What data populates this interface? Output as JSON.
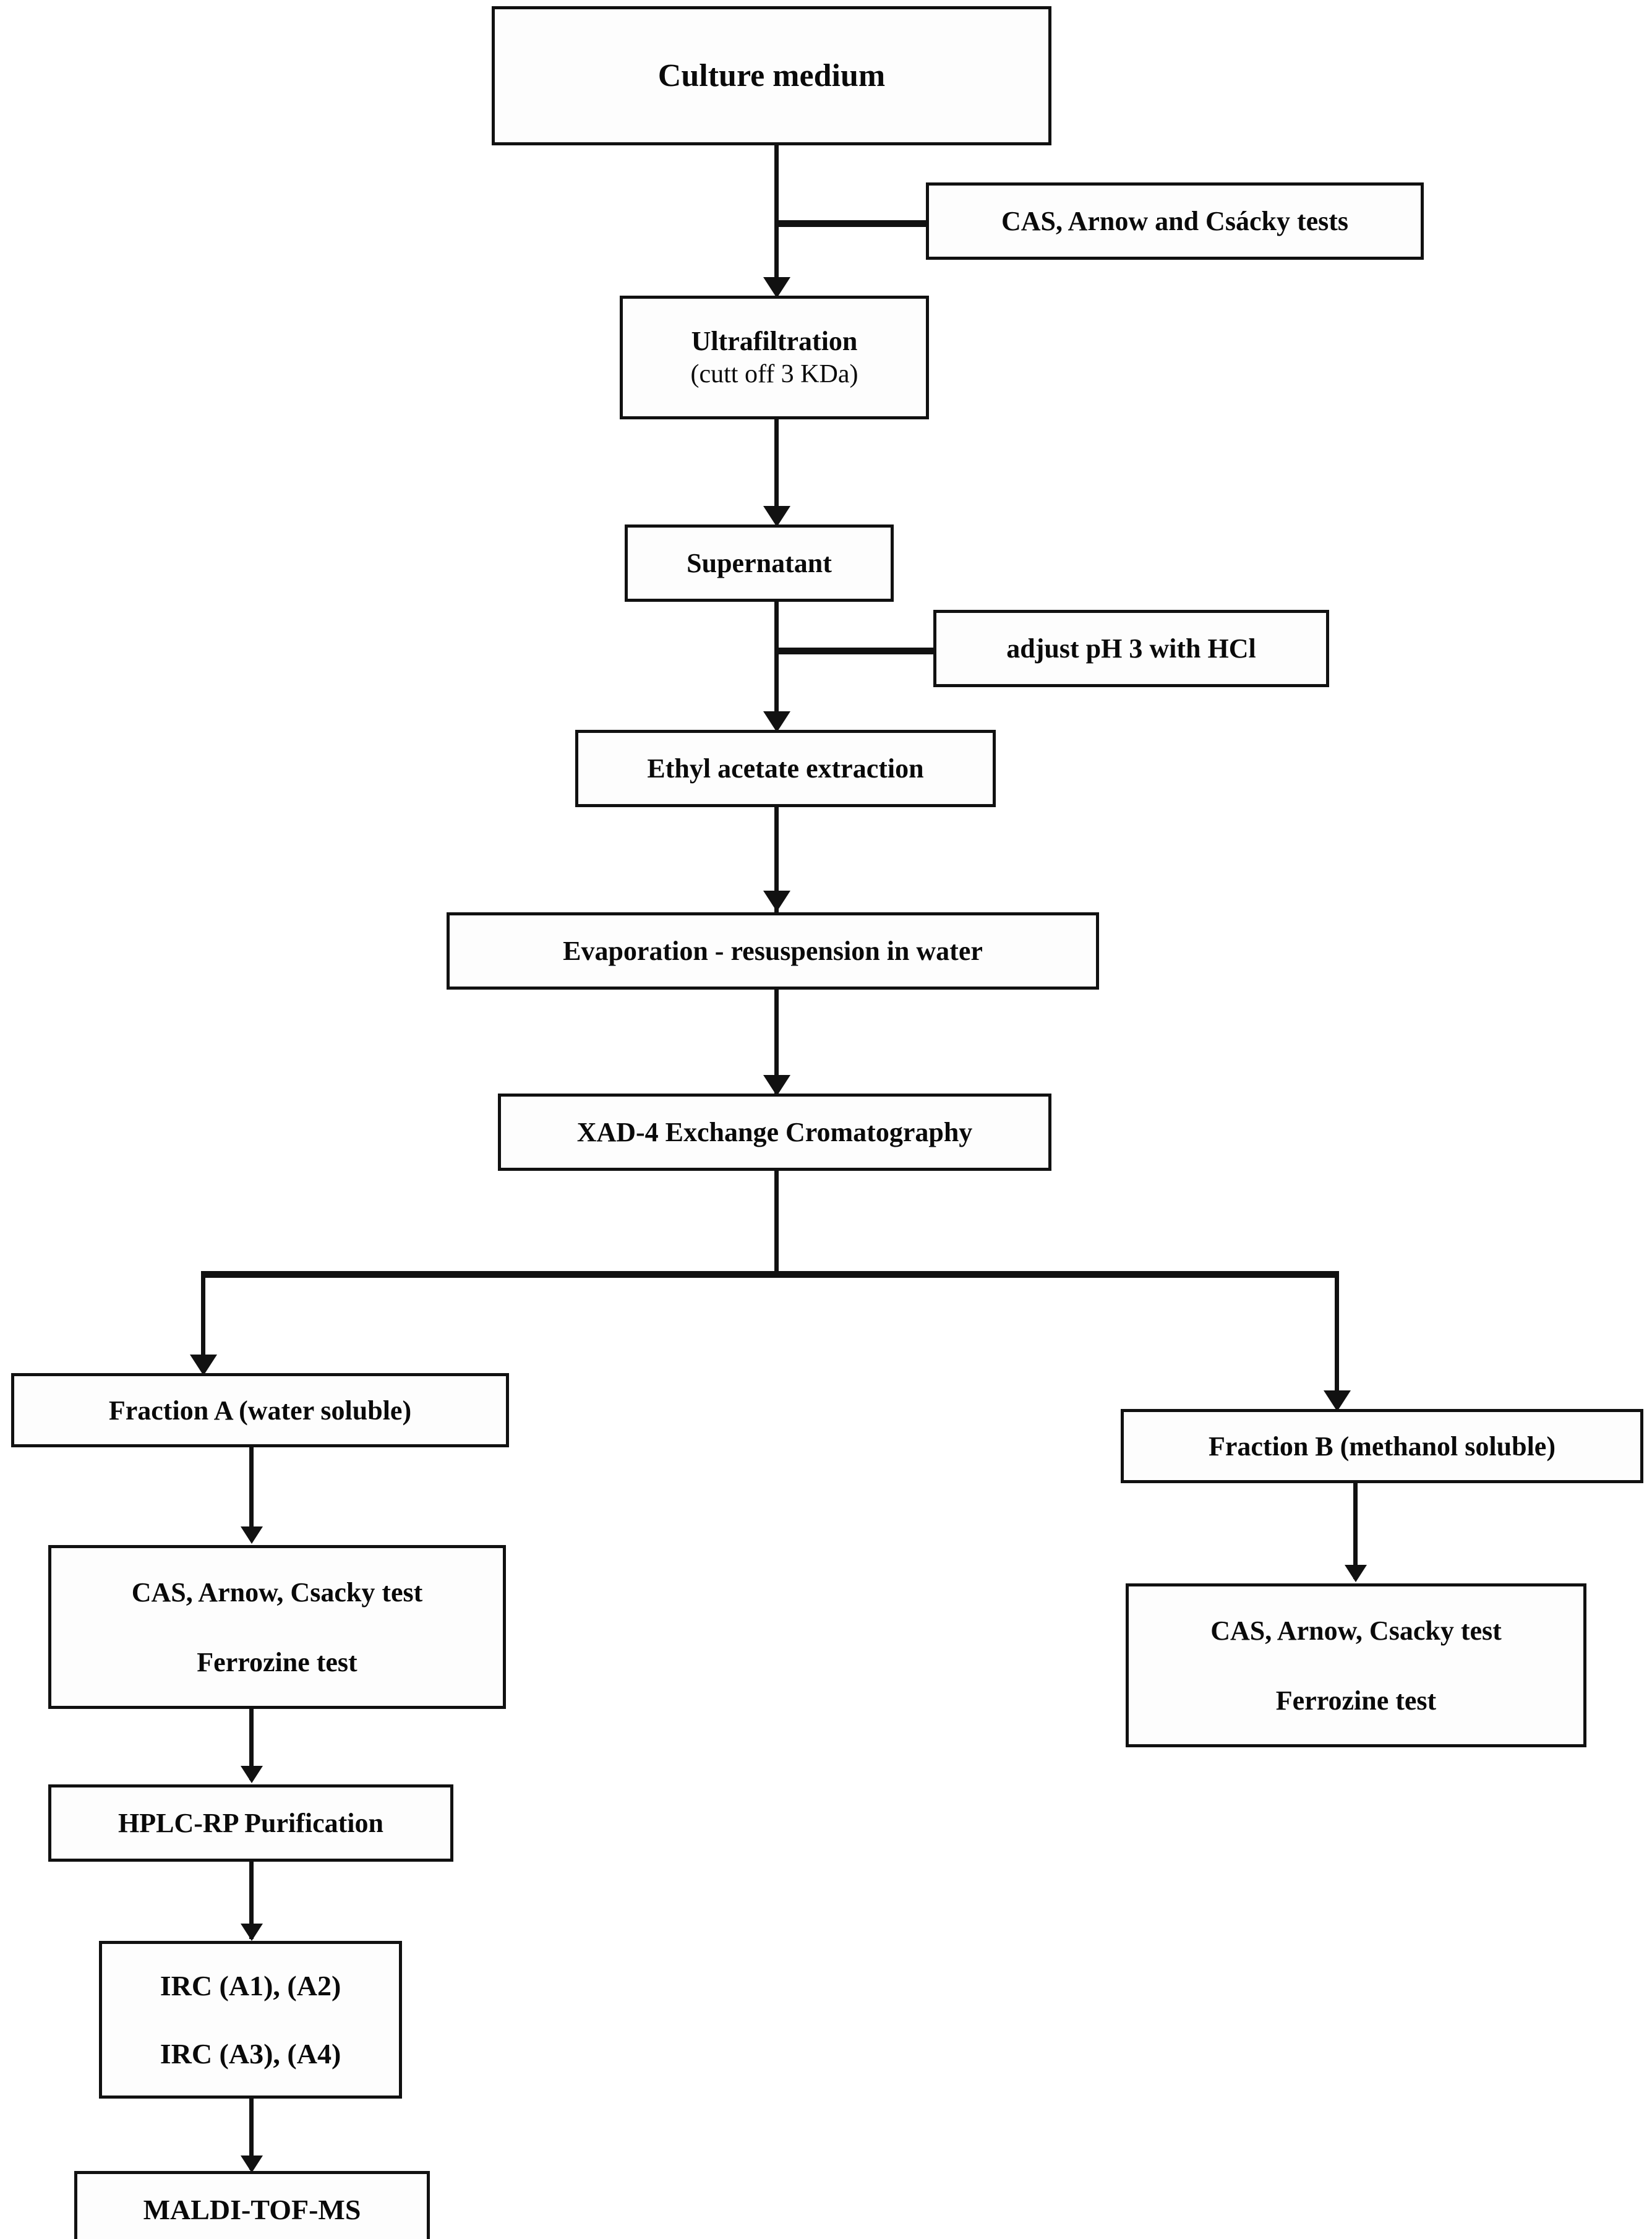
{
  "diagram": {
    "title": "Siderophore purification workflow flowchart",
    "background_color": "#ffffff",
    "line_color": "#111111",
    "text_color": "#0a0a0a"
  },
  "nodes": {
    "culture_medium": {
      "label": "Culture medium"
    },
    "cas_arnow_csacky_tests": {
      "label": "CAS, Arnow and Csácky tests"
    },
    "ultrafiltration": {
      "line1": "Ultrafiltration",
      "line2": "(cutt off 3 KDa)"
    },
    "supernatant": {
      "label": "Supernatant"
    },
    "adjust_ph": {
      "label": "adjust pH 3 with HCl"
    },
    "ethyl_acetate_extraction": {
      "label": "Ethyl acetate extraction"
    },
    "evaporation": {
      "label": "Evaporation - resuspension in water"
    },
    "xad4_chromatography": {
      "label": "XAD-4 Exchange Cromatography"
    },
    "fraction_a": {
      "label": "Fraction A (water soluble)"
    },
    "fraction_b": {
      "label": "Fraction B (methanol soluble)"
    },
    "tests_a": {
      "line1": "CAS, Arnow, Csacky test",
      "line2": "Ferrozine test"
    },
    "tests_b": {
      "line1": "CAS, Arnow, Csacky test",
      "line2": "Ferrozine test"
    },
    "hplc_rp": {
      "label": "HPLC-RP Purification"
    },
    "irc": {
      "line1": "IRC (A1), (A2)",
      "line2": "IRC (A3), (A4)"
    },
    "maldi": {
      "label": "MALDI-TOF-MS"
    }
  },
  "flow": {
    "steps": [
      "Culture medium",
      "Ultrafiltration (cutt off 3 KDa)",
      "Supernatant",
      "Ethyl acetate extraction",
      "Evaporation - resuspension in water",
      "XAD-4 Exchange Cromatography"
    ],
    "branch_left": [
      "Fraction A (water soluble)",
      "CAS, Arnow, Csacky test / Ferrozine test",
      "HPLC-RP Purification",
      "IRC (A1), (A2) / IRC (A3), (A4)",
      "MALDI-TOF-MS"
    ],
    "branch_right": [
      "Fraction B (methanol soluble)",
      "CAS, Arnow, Csacky test / Ferrozine test"
    ],
    "side_annotations": [
      "CAS, Arnow and Csácky tests",
      "adjust pH 3 with HCl"
    ]
  }
}
